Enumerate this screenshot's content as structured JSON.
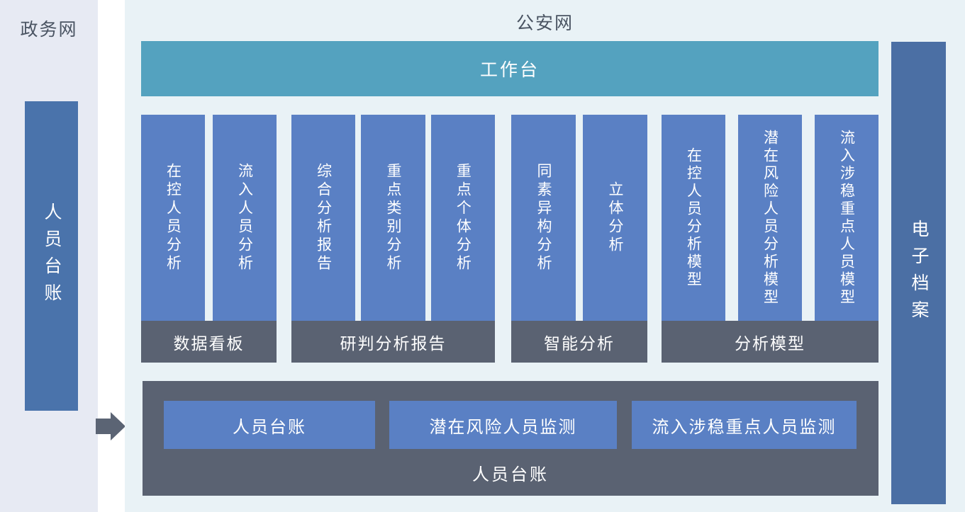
{
  "left_panel": {
    "title": "政务网",
    "bar_label": "人员台账"
  },
  "main_panel": {
    "title": "公安网",
    "workbench_label": "工作台",
    "groups": [
      {
        "label": "数据看板",
        "columns": [
          "在控人员分析",
          "流入人员分析"
        ]
      },
      {
        "label": "研判分析报告",
        "columns": [
          "综合分析报告",
          "重点类别分析",
          "重点个体分析"
        ]
      },
      {
        "label": "智能分析",
        "columns": [
          "同素异构分析",
          "立体分析"
        ]
      },
      {
        "label": "分析模型",
        "columns": [
          "在控人员分析模型",
          "潜在风险人员分析模型",
          "流入涉稳重点人员模型"
        ]
      }
    ],
    "bottom_box": {
      "buttons": [
        "人员台账",
        "潜在风险人员监测",
        "流入涉稳重点人员监测"
      ],
      "label": "人员台账"
    },
    "right_bar_label": "电子档案"
  },
  "icons": {
    "flow_arrow": "right-block-arrow"
  },
  "colors": {
    "left_panel_bg": "#e7eaf3",
    "main_panel_bg": "#e9f2f6",
    "workbench_teal": "#54a2bf",
    "module_blue": "#5a80c4",
    "group_slate": "#5a6272",
    "left_bar_blue": "#4a73ab",
    "right_bar_blue": "#4b6fa4",
    "arrow_slate": "#5b6474",
    "title_text": "#4a5462",
    "bar_text": "#ffffff"
  }
}
